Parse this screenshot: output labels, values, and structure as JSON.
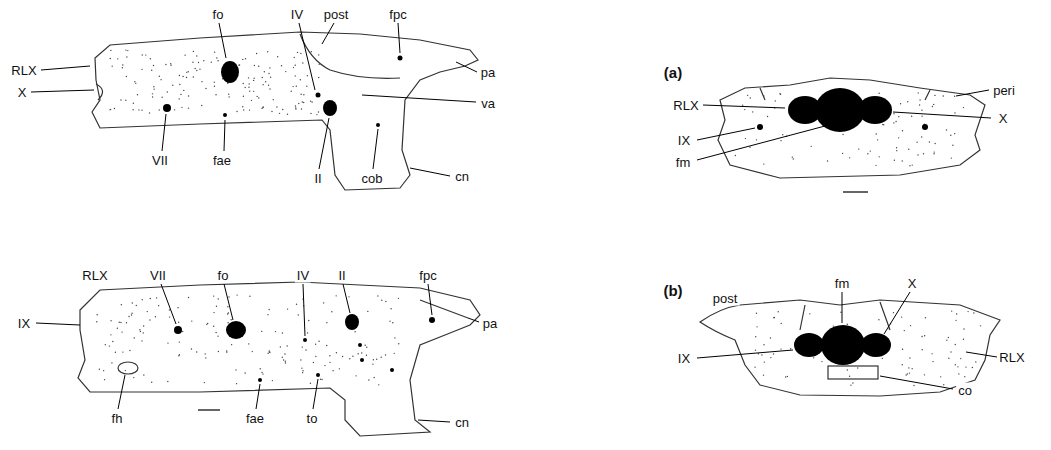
{
  "diagram": {
    "labels": [
      "fo",
      "IV",
      "post",
      "fpc",
      "RLX",
      "X",
      "(a)",
      "pa",
      "va",
      "peri",
      "RLX",
      "X",
      "IX",
      "fm",
      "VII",
      "fae",
      "II",
      "cob",
      "cn",
      "RLX",
      "VII",
      "fo",
      "IV",
      "II",
      "fpc",
      "(b)",
      "post",
      "fm",
      "X",
      "IX",
      "pa",
      "IX",
      "RLX",
      "co",
      "fh",
      "fae",
      "to",
      "cn"
    ]
  }
}
